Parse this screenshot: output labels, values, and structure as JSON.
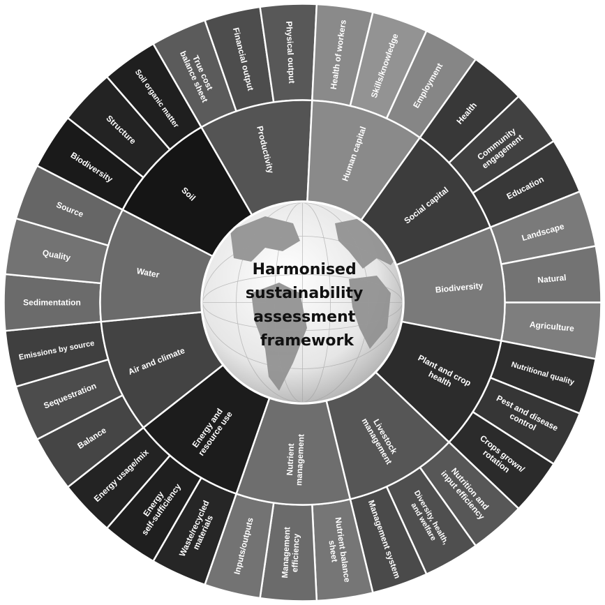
{
  "title": [
    "Harmonised",
    "sustainability",
    "assessment",
    "framework"
  ],
  "palette": {
    "bg": "#ffffff",
    "separator": "#ffffff",
    "label": "#ffffff",
    "title_text": "#111111",
    "globe_ocean": "#f0f0f0",
    "globe_land": "#8a8a8a"
  },
  "themes": [
    {
      "name": "Productivity",
      "color": "#545454",
      "indicators": [
        {
          "name": "True cost\nbalance sheet",
          "color": "#5b5b5b"
        },
        {
          "name": "Financial output",
          "color": "#4d4d4d"
        },
        {
          "name": "Physical output",
          "color": "#585858"
        }
      ]
    },
    {
      "name": "Human capital",
      "color": "#8a8a8a",
      "indicators": [
        {
          "name": "Health of workers",
          "color": "#8a8a8a"
        },
        {
          "name": "Skills/knowledge",
          "color": "#939393"
        },
        {
          "name": "Employment",
          "color": "#868686"
        }
      ]
    },
    {
      "name": "Social capital",
      "color": "#3c3c3c",
      "indicators": [
        {
          "name": "Health",
          "color": "#383838"
        },
        {
          "name": "Community\nengagement",
          "color": "#414141"
        },
        {
          "name": "Education",
          "color": "#383838"
        }
      ]
    },
    {
      "name": "Biodiversity",
      "color": "#7a7a7a",
      "indicators": [
        {
          "name": "Landscape",
          "color": "#7a7a7a"
        },
        {
          "name": "Natural",
          "color": "#737373"
        },
        {
          "name": "Agriculture",
          "color": "#7e7e7e"
        }
      ]
    },
    {
      "name": "Plant and crop\nhealth",
      "color": "#2c2c2c",
      "indicators": [
        {
          "name": "Nutritional quality",
          "color": "#2e2e2e"
        },
        {
          "name": "Pest and disease\ncontrol",
          "color": "#363636"
        },
        {
          "name": "Crops grown/\nrotation",
          "color": "#2b2b2b"
        }
      ]
    },
    {
      "name": "Livestock\nmanagement",
      "color": "#565656",
      "indicators": [
        {
          "name": "Nutrition and\ninput efficiency",
          "color": "#575757"
        },
        {
          "name": "Diversity, health,\nand welfare",
          "color": "#4f4f4f"
        },
        {
          "name": "Management system",
          "color": "#4a4a4a"
        }
      ]
    },
    {
      "name": "Nutrient\nmanagement",
      "color": "#6e6e6e",
      "indicators": [
        {
          "name": "Nutrient balance\nsheet",
          "color": "#767676"
        },
        {
          "name": "Management\nefficiency",
          "color": "#6b6b6b"
        },
        {
          "name": "Inputs/outputs",
          "color": "#737373"
        }
      ]
    },
    {
      "name": "Energy and\nresource use",
      "color": "#1c1c1c",
      "indicators": [
        {
          "name": "Waste/recycled\nmaterials",
          "color": "#262626"
        },
        {
          "name": "Energy\nself-sufficiency",
          "color": "#1f1f1f"
        },
        {
          "name": "Energy usage/mix",
          "color": "#232323"
        }
      ]
    },
    {
      "name": "Air and climate",
      "color": "#434343",
      "indicators": [
        {
          "name": "Balance",
          "color": "#454545"
        },
        {
          "name": "Sequestration",
          "color": "#4c4c4c"
        },
        {
          "name": "Emissions by source",
          "color": "#3f3f3f"
        }
      ]
    },
    {
      "name": "Water",
      "color": "#6b6b6b",
      "indicators": [
        {
          "name": "Sedimentation",
          "color": "#6b6b6b"
        },
        {
          "name": "Quality",
          "color": "#737373"
        },
        {
          "name": "Source",
          "color": "#666666"
        }
      ]
    },
    {
      "name": "Soil",
      "color": "#151515",
      "indicators": [
        {
          "name": "Biodiversity",
          "color": "#1a1a1a"
        },
        {
          "name": "Structure",
          "color": "#232323"
        },
        {
          "name": "Soil organic matter",
          "color": "#1f1f1f"
        }
      ]
    }
  ]
}
